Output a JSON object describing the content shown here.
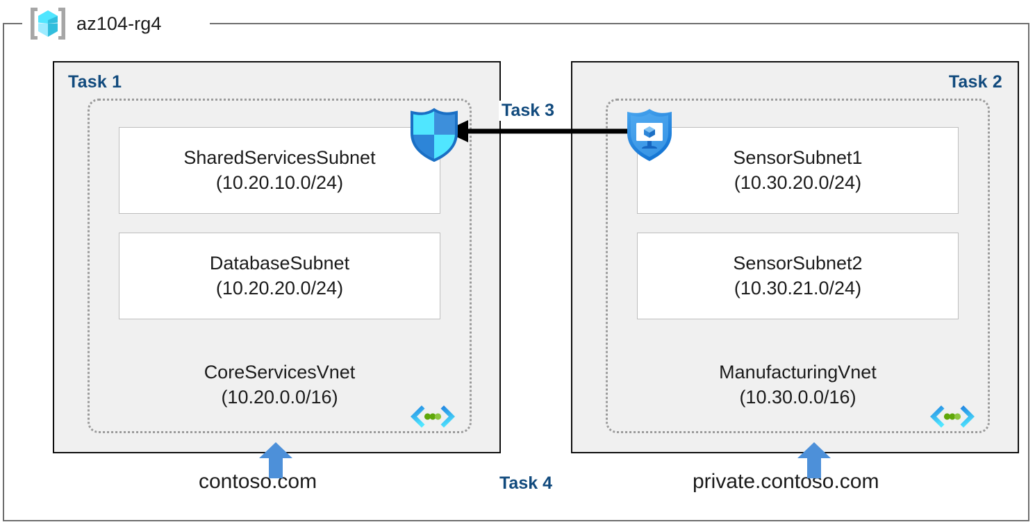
{
  "resource_group": {
    "name": "az104-rg4",
    "icon": "resource-group-cube-icon"
  },
  "tasks": {
    "task1_label": "Task 1",
    "task2_label": "Task 2",
    "task3_label": "Task 3",
    "task4_label": "Task 4"
  },
  "vnets": [
    {
      "task_label": "Task 1",
      "name": "CoreServicesVnet",
      "cidr": "(10.20.0.0/16)",
      "peering_icon": "vnet-peering-icon",
      "subnets": [
        {
          "name": "SharedServicesSubnet",
          "cidr": "(10.20.10.0/24)"
        },
        {
          "name": "DatabaseSubnet",
          "cidr": "(10.20.20.0/24)"
        }
      ]
    },
    {
      "task_label": "Task 2",
      "name": "ManufacturingVnet",
      "cidr": "(10.30.0.0/16)",
      "peering_icon": "vnet-peering-icon",
      "subnets": [
        {
          "name": "SensorSubnet1",
          "cidr": "(10.30.20.0/24)"
        },
        {
          "name": "SensorSubnet2",
          "cidr": "(10.30.21.0/24)"
        }
      ]
    }
  ],
  "icons": {
    "nsg_shield": "network-security-group-shield-icon",
    "vm_protection_shield": "virtual-machine-protection-shield-icon",
    "peering": "vnet-peering-icon",
    "connection_arrow": "left-pointing-connection-arrow",
    "dns_arrow": "up-pointing-dns-link-arrow"
  },
  "dns_zones": [
    {
      "name": "contoso.com"
    },
    {
      "name": "private.contoso.com"
    }
  ],
  "colors": {
    "task_label": "#114a7d",
    "box_fill": "#f0f0f0",
    "box_border": "#0d0d0d",
    "vnet_border": "#9a9a9a",
    "subnet_border": "#bdbdbd",
    "dns_arrow": "#4d90d9",
    "shield_blue": "#1f88e5",
    "shield_cyan": "#50e6ff",
    "peering_green": "#5fa70a",
    "rg_border": "#6d6d6d",
    "connector": "#000000"
  }
}
